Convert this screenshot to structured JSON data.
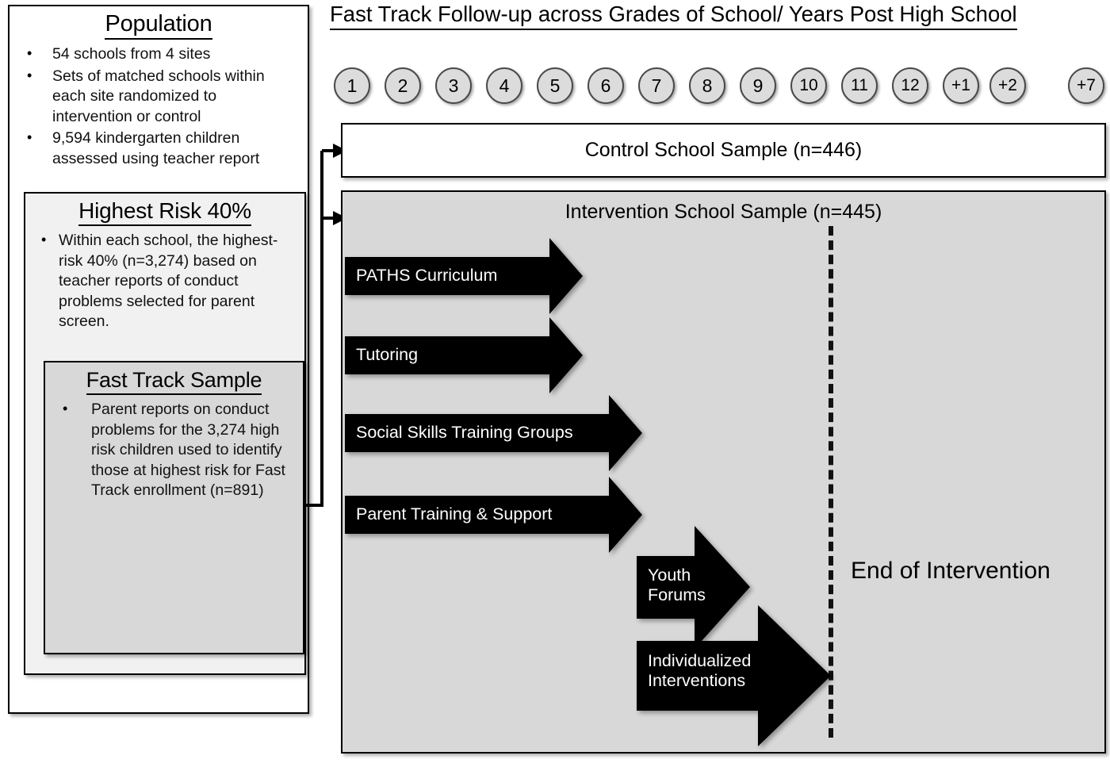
{
  "diagram": {
    "title": "Fast Track Follow-up across Grades of School/ Years Post High School"
  },
  "left_column": {
    "population": {
      "title": "Population",
      "bullets": [
        "54 schools from 4 sites",
        "Sets of matched schools within each site randomized to intervention or control",
        "9,594 kindergarten children assessed using teacher report"
      ]
    },
    "highest_risk": {
      "title": "Highest Risk 40%",
      "bullets": [
        "Within each school, the highest-risk 40% (n=3,274) based on teacher reports of conduct problems selected for parent screen."
      ]
    },
    "fast_track": {
      "title": "Fast Track Sample",
      "bullets": [
        "Parent reports on conduct problems for the 3,274 high risk children used to identify those at highest risk for Fast Track enrollment (n=891)"
      ]
    }
  },
  "timeline": {
    "grades": [
      "1",
      "2",
      "3",
      "4",
      "5",
      "6",
      "7",
      "8",
      "9",
      "10",
      "11",
      "12",
      "+1",
      "+2",
      "+7"
    ]
  },
  "samples": {
    "control_label": "Control School Sample (n=446)",
    "intervention_label": "Intervention School Sample (n=445)"
  },
  "interventions": [
    {
      "label": "PATHS Curriculum"
    },
    {
      "label": "Tutoring"
    },
    {
      "label": "Social Skills Training Groups"
    },
    {
      "label": "Parent Training & Support"
    },
    {
      "label": "Youth\nForums"
    },
    {
      "label": "Individualized\nInterventions"
    }
  ],
  "end_of_intervention": {
    "label": "End of Intervention"
  },
  "colors": {
    "panel_gray": "#d8d8d8",
    "light_gray": "#f1f1f1",
    "circle_fill": "#dcdcdc",
    "circle_border": "#4a4a4a",
    "arrow_fill": "#000000",
    "arrow_text": "#ffffff"
  }
}
